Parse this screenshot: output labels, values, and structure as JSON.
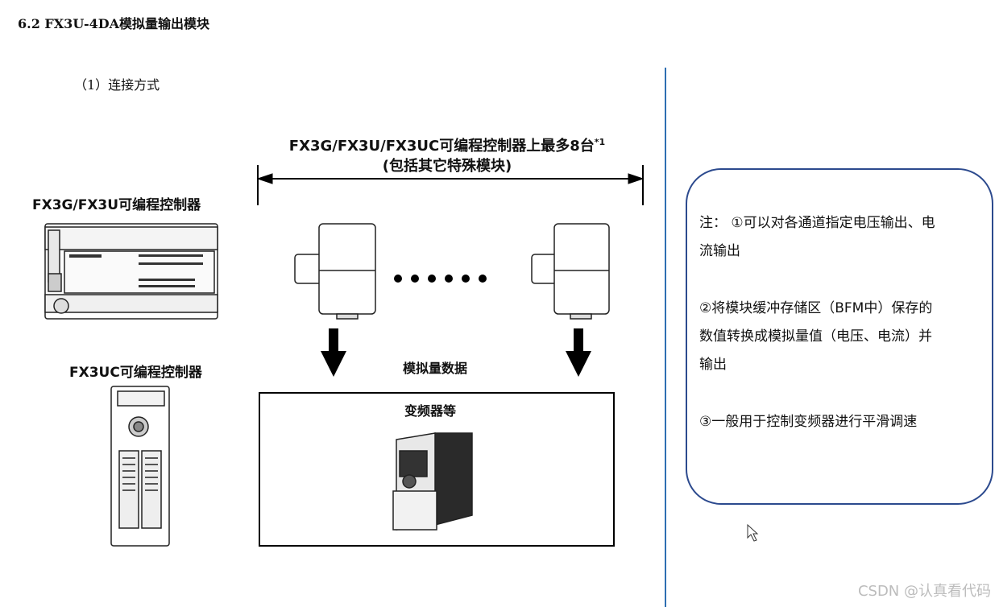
{
  "section_title": "6.2 FX3U-4DA模拟量输出模块",
  "subsection_title": "（1）连接方式",
  "diagram": {
    "range_label_line1": "FX3G/FX3U/FX3UC可编程控制器上最多8台",
    "range_label_sup": "*1",
    "range_label_line2": "(包括其它特殊模块)",
    "plc_label": "FX3G/FX3U可编程控制器",
    "plc_uc_label": "FX3UC可编程控制器",
    "analog_data_label": "模拟量数据",
    "inverter_label": "变频器等",
    "ellipsis_dots": 6
  },
  "notes": {
    "line1": "注：  ①可以对各通道指定电压输出、电",
    "line2": "流输出",
    "line3": "②将模块缓冲存储区（BFM中）保存的",
    "line4": "数值转换成模拟量值（电压、电流）并",
    "line5": "输出",
    "line6": "③一般用于控制变频器进行平滑调速"
  },
  "watermark": "CSDN @认真看代码",
  "colors": {
    "divider": "#2e6fb2",
    "note_border": "#2c4a8e"
  }
}
